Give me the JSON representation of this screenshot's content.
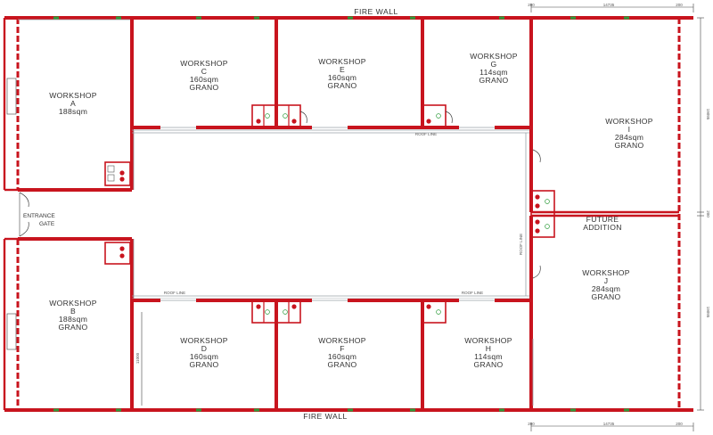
{
  "fire_wall_top": "FIRE WALL",
  "fire_wall_bottom": "FIRE WALL",
  "entrance": {
    "line1": "ENTRANCE",
    "line2": "GATE"
  },
  "future": {
    "line1": "FUTURE",
    "line2": "ADDITION"
  },
  "workshops": [
    {
      "id": "A",
      "l1": "WORKSHOP",
      "l2": "A",
      "l3": "188sqm",
      "l4": ""
    },
    {
      "id": "B",
      "l1": "WORKSHOP",
      "l2": "B",
      "l3": "188sqm",
      "l4": "GRANO"
    },
    {
      "id": "C",
      "l1": "WORKSHOP",
      "l2": "C",
      "l3": "160sqm",
      "l4": "GRANO"
    },
    {
      "id": "D",
      "l1": "WORKSHOP",
      "l2": "D",
      "l3": "160sqm",
      "l4": "GRANO"
    },
    {
      "id": "E",
      "l1": "WORKSHOP",
      "l2": "E",
      "l3": "160sqm",
      "l4": "GRANO"
    },
    {
      "id": "F",
      "l1": "WORKSHOP",
      "l2": "F",
      "l3": "160sqm",
      "l4": "GRANO"
    },
    {
      "id": "G",
      "l1": "WORKSHOP",
      "l2": "G",
      "l3": "114sqm",
      "l4": "GRANO"
    },
    {
      "id": "H",
      "l1": "WORKSHOP",
      "l2": "H",
      "l3": "114sqm",
      "l4": "GRANO"
    },
    {
      "id": "I",
      "l1": "WORKSHOP",
      "l2": "I",
      "l3": "284sqm",
      "l4": "GRANO"
    },
    {
      "id": "J",
      "l1": "WORKSHOP",
      "l2": "J",
      "l3": "284sqm",
      "l4": "GRANO"
    }
  ],
  "dims": {
    "top_left": "200",
    "top_mid": "14735",
    "top_right": "200",
    "bottom_left": "200",
    "bottom_mid": "14735",
    "bottom_right": "200",
    "right_upper": "19095",
    "right_mid": "200",
    "right_lower": "19095",
    "left_inner": "11000"
  },
  "roof_line": "ROOF LINE"
}
